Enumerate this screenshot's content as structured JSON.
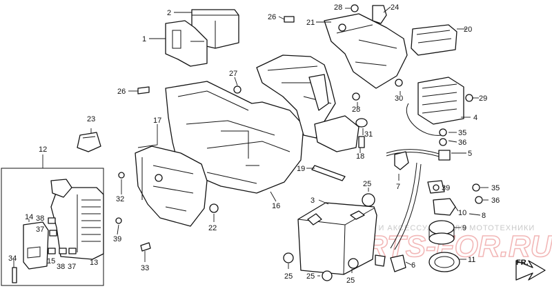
{
  "callouts": {
    "c1": "1",
    "c2": "2",
    "c3": "3",
    "c4": "4",
    "c5": "5",
    "c6": "6",
    "c7": "7",
    "c8": "8",
    "c9": "9",
    "c10": "10",
    "c11": "11",
    "c12": "12",
    "c13": "13",
    "c14": "14",
    "c15": "15",
    "c16": "16",
    "c17": "17",
    "c18": "18",
    "c19": "19",
    "c20": "20",
    "c21": "21",
    "c22": "22",
    "c23": "23",
    "c24": "24",
    "c25a": "25",
    "c25b": "25",
    "c25c": "25",
    "c25d": "25",
    "c26a": "26",
    "c26b": "26",
    "c27": "27",
    "c28a": "28",
    "c28b": "28",
    "c29": "29",
    "c30": "30",
    "c31": "31",
    "c32": "32",
    "c33": "33",
    "c34": "34",
    "c35a": "35",
    "c35b": "35",
    "c36a": "36",
    "c36b": "36",
    "c37a": "37",
    "c37b": "37",
    "c38a": "38",
    "c38b": "38",
    "c39a": "39",
    "c39b": "39"
  },
  "watermark": {
    "caption": "ЗАПЧАСТИ И АКСЕССУАРЫ ДЛЯ МОТОТЕХНИКИ",
    "site": "PARTS-FOR.RU"
  },
  "direction_label": "FR."
}
